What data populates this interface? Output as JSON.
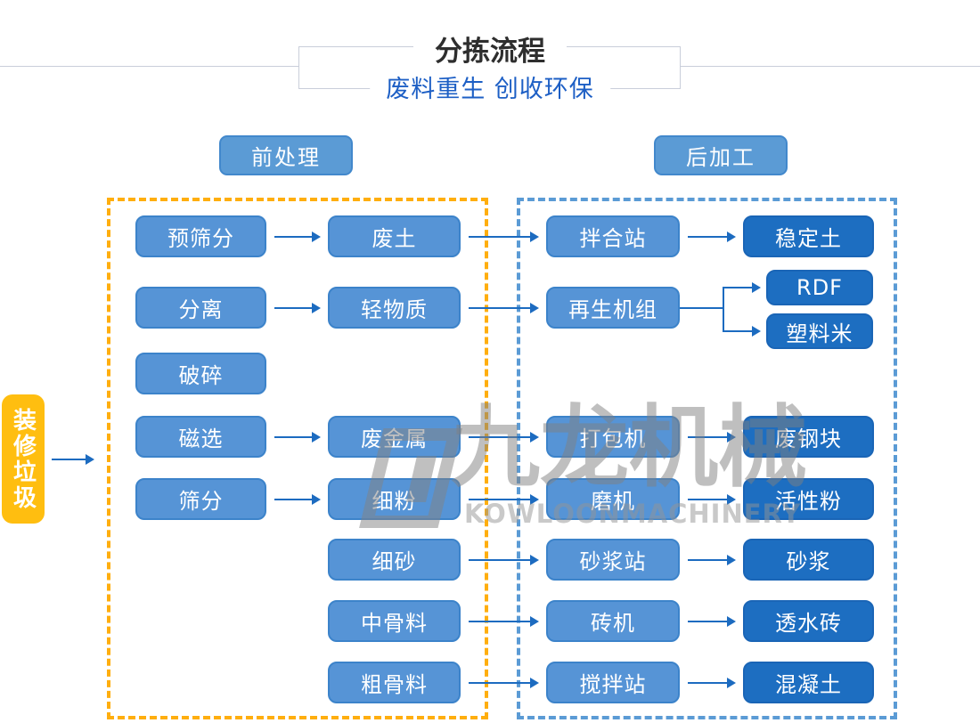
{
  "header": {
    "title": "分拣流程",
    "subtitle": "废料重生 创收环保"
  },
  "sections": {
    "pre_label": "前处理",
    "post_label": "后加工"
  },
  "source_label": "装修垃圾",
  "watermark": {
    "cn": "九龙机械",
    "en": "KOWLOONMACHINERY"
  },
  "colors": {
    "title_text": "#2E2E2E",
    "subtitle_text": "#1D5FC5",
    "frame_line": "#C9CEDA",
    "light_node_fill": "#5694D6",
    "light_node_border": "#3C83CA",
    "dark_node_fill": "#1D6EC1",
    "arrow": "#1C6BC0",
    "pre_zone_dash": "#FFAE0E",
    "post_zone_dash": "#5B9BD5",
    "source_box_fill": "#FFBE10",
    "watermark_gray": "#808080"
  },
  "flow": {
    "nodes": [
      {
        "id": "pre-screening",
        "label": "预筛分",
        "col": "A",
        "row": "r1",
        "variant": "light"
      },
      {
        "id": "separation",
        "label": "分离",
        "col": "A",
        "row": "r2",
        "variant": "light"
      },
      {
        "id": "crushing",
        "label": "破碎",
        "col": "A",
        "row": "r3",
        "variant": "light"
      },
      {
        "id": "magnetic-separation",
        "label": "磁选",
        "col": "A",
        "row": "r4",
        "variant": "light"
      },
      {
        "id": "screening",
        "label": "筛分",
        "col": "A",
        "row": "r5",
        "variant": "light"
      },
      {
        "id": "waste-soil",
        "label": "废土",
        "col": "B",
        "row": "r1",
        "variant": "light"
      },
      {
        "id": "light-material",
        "label": "轻物质",
        "col": "B",
        "row": "r2",
        "variant": "light"
      },
      {
        "id": "scrap-metal",
        "label": "废金属",
        "col": "B",
        "row": "r4",
        "variant": "light"
      },
      {
        "id": "fine-powder",
        "label": "细粉",
        "col": "B",
        "row": "r5",
        "variant": "light"
      },
      {
        "id": "fine-sand",
        "label": "细砂",
        "col": "B",
        "row": "r6",
        "variant": "light"
      },
      {
        "id": "medium-aggregate",
        "label": "中骨料",
        "col": "B",
        "row": "r7",
        "variant": "light"
      },
      {
        "id": "coarse-aggregate",
        "label": "粗骨料",
        "col": "B",
        "row": "r8",
        "variant": "light"
      },
      {
        "id": "mixing-station",
        "label": "拌合站",
        "col": "C",
        "row": "r1",
        "variant": "light"
      },
      {
        "id": "recycling-unit",
        "label": "再生机组",
        "col": "C",
        "row": "r2",
        "variant": "light"
      },
      {
        "id": "baler",
        "label": "打包机",
        "col": "C",
        "row": "r4",
        "variant": "light"
      },
      {
        "id": "mill",
        "label": "磨机",
        "col": "C",
        "row": "r5",
        "variant": "light"
      },
      {
        "id": "mortar-station",
        "label": "砂浆站",
        "col": "C",
        "row": "r6",
        "variant": "light"
      },
      {
        "id": "brick-machine",
        "label": "砖机",
        "col": "C",
        "row": "r7",
        "variant": "light"
      },
      {
        "id": "concrete-mixing-station",
        "label": "搅拌站",
        "col": "C",
        "row": "r8",
        "variant": "light"
      },
      {
        "id": "stabilized-soil",
        "label": "稳定土",
        "col": "D",
        "row": "r1",
        "variant": "dark"
      },
      {
        "id": "rdf",
        "label": "RDF",
        "col": "E",
        "row": "rdf",
        "variant": "dark"
      },
      {
        "id": "plastic-pellets",
        "label": "塑料米",
        "col": "E",
        "row": "sl",
        "variant": "dark"
      },
      {
        "id": "scrap-steel-block",
        "label": "废钢块",
        "col": "D",
        "row": "r4",
        "variant": "dark"
      },
      {
        "id": "active-powder",
        "label": "活性粉",
        "col": "D",
        "row": "r5",
        "variant": "dark"
      },
      {
        "id": "mortar",
        "label": "砂浆",
        "col": "D",
        "row": "r6",
        "variant": "dark"
      },
      {
        "id": "permeable-brick",
        "label": "透水砖",
        "col": "D",
        "row": "r7",
        "variant": "dark"
      },
      {
        "id": "concrete",
        "label": "混凝土",
        "col": "D",
        "row": "r8",
        "variant": "dark"
      }
    ],
    "edges": [
      {
        "from": "pre-screening",
        "to": "waste-soil"
      },
      {
        "from": "separation",
        "to": "light-material"
      },
      {
        "from": "magnetic-separation",
        "to": "scrap-metal"
      },
      {
        "from": "screening",
        "to": "fine-powder"
      },
      {
        "from": "waste-soil",
        "to": "mixing-station"
      },
      {
        "from": "light-material",
        "to": "recycling-unit"
      },
      {
        "from": "scrap-metal",
        "to": "baler"
      },
      {
        "from": "fine-powder",
        "to": "mill"
      },
      {
        "from": "fine-sand",
        "to": "mortar-station"
      },
      {
        "from": "medium-aggregate",
        "to": "brick-machine"
      },
      {
        "from": "coarse-aggregate",
        "to": "concrete-mixing-station"
      },
      {
        "from": "mixing-station",
        "to": "stabilized-soil"
      },
      {
        "from": "baler",
        "to": "scrap-steel-block"
      },
      {
        "from": "mill",
        "to": "active-powder"
      },
      {
        "from": "mortar-station",
        "to": "mortar"
      },
      {
        "from": "brick-machine",
        "to": "permeable-brick"
      },
      {
        "from": "concrete-mixing-station",
        "to": "concrete"
      },
      {
        "from": "recycling-unit",
        "to": "rdf",
        "type": "branch"
      },
      {
        "from": "recycling-unit",
        "to": "plastic-pellets",
        "type": "branch"
      }
    ]
  }
}
